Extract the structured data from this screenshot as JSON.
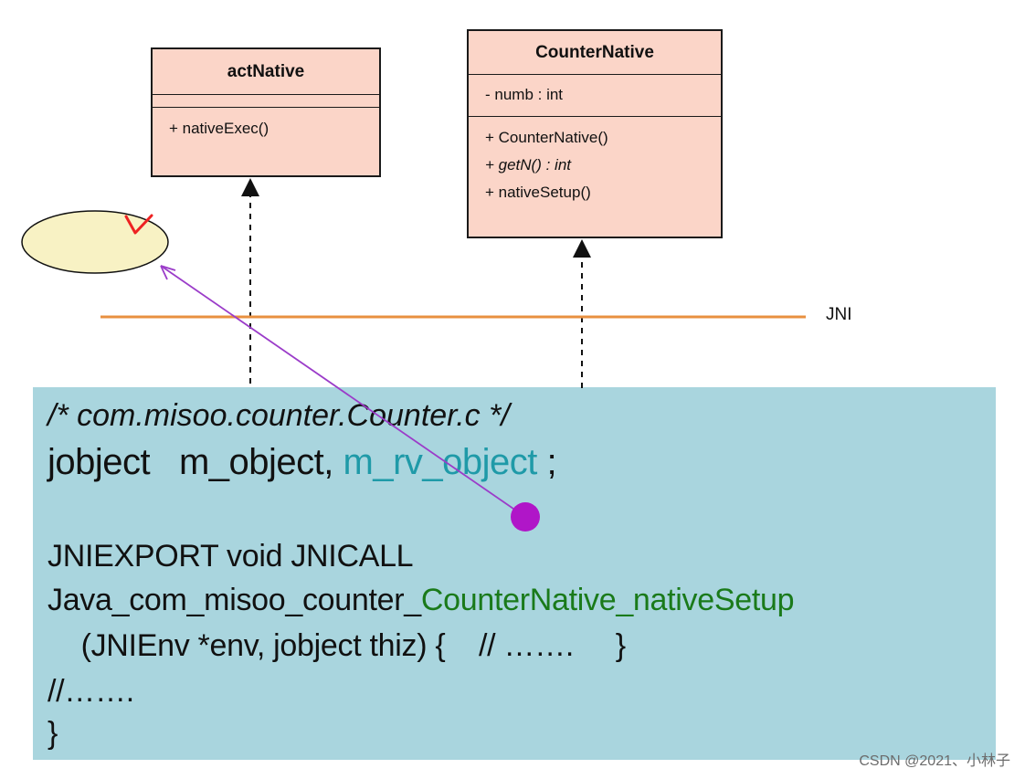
{
  "classes": {
    "act_native": {
      "name": "actNative",
      "operations": [
        "+ nativeExec()"
      ]
    },
    "counter_native": {
      "name": "CounterNative",
      "attributes": [
        "- numb : int"
      ],
      "operations": [
        "+ CounterNative()",
        "+ getN() : int",
        "+ nativeSetup()"
      ]
    }
  },
  "boundary_label": "JNI",
  "code": {
    "comment": "/* com.misoo.counter.Counter.c */",
    "decl_prefix": "jobject   m_object, ",
    "decl_highlight": "m_rv_object",
    "decl_suffix": " ;",
    "export_line": "JNIEXPORT void JNICALL",
    "func_prefix": "Java_com_misoo_counter_",
    "func_highlight": "CounterNative_nativeSetup",
    "params_line": "    (JNIEnv *env, jobject thiz) {    // …….     }",
    "body_comment": "//…….",
    "closing_brace": "}"
  },
  "watermark": "CSDN @2021、小林子",
  "colors": {
    "class_fill": "#fbd5c8",
    "code_bg": "#a9d5de",
    "jni_line": "#e89040",
    "ellipse_fill": "#f8f2c4",
    "pointer_line": "#9b3cc9",
    "pointer_dot": "#b016c8",
    "mark": "#ee2222",
    "highlight_teal": "#1f9aa8",
    "highlight_green": "#1a7a1a"
  }
}
